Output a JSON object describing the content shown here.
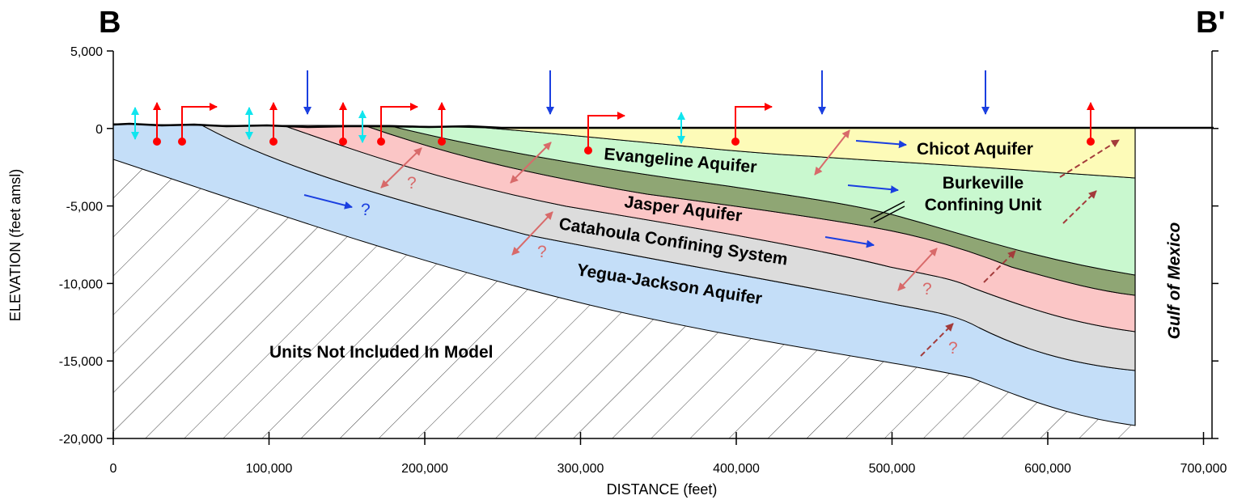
{
  "section": {
    "start_label": "B",
    "end_label": "B'"
  },
  "axes": {
    "y_title": "ELEVATION (feet amsl)",
    "x_title": "DISTANCE (feet)",
    "y_ticks": [
      "5,000",
      "0",
      "-5,000",
      "-10,000",
      "-15,000",
      "-20,000"
    ],
    "x_ticks": [
      "0",
      "100,000",
      "200,000",
      "300,000",
      "400,000",
      "500,000",
      "600,000",
      "700,000"
    ]
  },
  "units": {
    "chicot": "Chicot Aquifer",
    "evangeline": "Evangeline Aquifer",
    "burkeville_line1": "Burkeville",
    "burkeville_line2": "Confining Unit",
    "jasper": "Jasper Aquifer",
    "catahoula": "Catahoula Confining System",
    "yegua": "Yegua-Jackson Aquifer",
    "excluded": "Units Not Included In Model",
    "gulf": "Gulf of Mexico"
  },
  "question_mark": "?",
  "colors": {
    "chicot": "#fdfbb8",
    "evangeline": "#c9f8cf",
    "burkeville": "#8fa674",
    "jasper": "#fbc6c6",
    "catahoula": "#dcdcdc",
    "yegua": "#c4def8",
    "well_arrow": "#ff0000",
    "recharge_arrow": "#1a3fe0",
    "surface_exchange_arrow": "#10e5ee",
    "cross_formation_arrow": "#d86a6a",
    "dashed_flow_arrow": "#a33b3b"
  }
}
